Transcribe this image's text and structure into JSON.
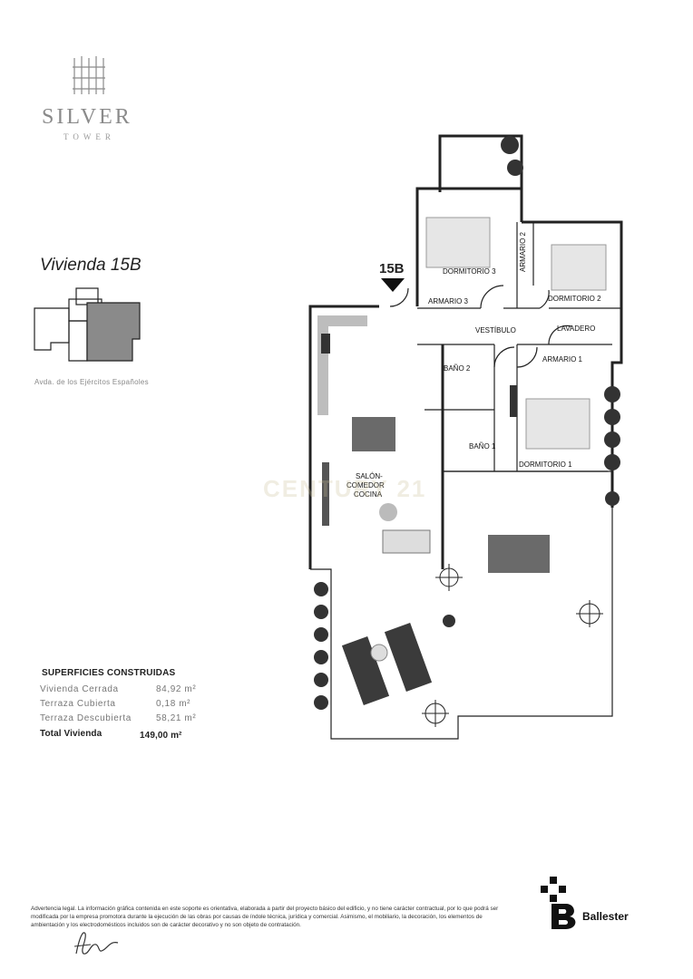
{
  "brand": {
    "name": "SILVER",
    "sub": "TOWER"
  },
  "unit": {
    "title": "Vivienda 15B",
    "tag": "15B"
  },
  "address": "Avda. de los Ejércitos Españoles",
  "rooms": {
    "dormitorio3": "DORMITORIO 3",
    "armario2": "ARMARIO 2",
    "dormitorio2": "DORMITORIO 2",
    "armario3": "ARMARIO 3",
    "vestibulo": "VESTÍBULO",
    "lavadero": "LAVADERO",
    "bano2": "BAÑO 2",
    "armario1": "ARMARIO 1",
    "bano1": "BAÑO 1",
    "dormitorio1": "DORMITORIO 1",
    "salon1": "SALÓN-",
    "salon2": "COMEDOR",
    "salon3": "COCINA"
  },
  "watermark": "CENTURY 21",
  "superficies": {
    "title": "SUPERFICIES CONSTRUIDAS",
    "rows": [
      {
        "label": "Vivienda Cerrada",
        "value": "84,92 m²"
      },
      {
        "label": "Terraza Cubierta",
        "value": "0,18 m²"
      },
      {
        "label": "Terraza Descubierta",
        "value": "58,21 m²"
      }
    ],
    "total": {
      "label": "Total Vivienda",
      "value": "149,00 m²"
    }
  },
  "disclaimer": "Advertencia legal. La información gráfica contenida en este soporte es orientativa, elaborada a partir del proyecto básico del edificio, y no tiene carácter contractual, por lo que podrá ser modificada por la empresa promotora durante la ejecución de las obras por causas de índole técnica, jurídica y comercial. Asimismo, el mobiliario, la decoración, los elementos de ambientación y los electrodomésticos incluidos son de carácter decorativo y no son objeto de contratación.",
  "developer": "Ballester",
  "colors": {
    "accent": "#9a9a9a",
    "wall": "#222222"
  }
}
